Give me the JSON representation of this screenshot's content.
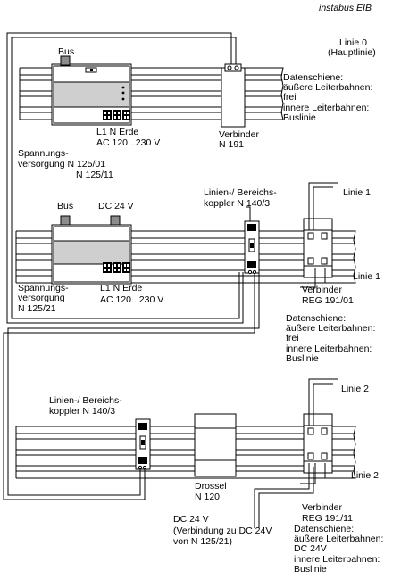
{
  "header": {
    "brand": "instabus",
    "brand_suffix": "EIB"
  },
  "section1": {
    "line_label": "Linie 0",
    "line_sub": "(Hauptlinie)",
    "bus_label": "Bus",
    "terminals": "L1 N Erde",
    "ac_rating": "AC 120...230 V",
    "psu_name": "Spannungs-",
    "psu_name2": "versorgung N 125/01",
    "psu_name3": "N 125/11",
    "connector_name": "Verbinder",
    "connector_id": "N 191",
    "rail_title": "Datenschiene:",
    "rail_outer": "äußere Leiterbahnen:",
    "rail_outer_val": "frei",
    "rail_inner": "innere Leiterbahnen:",
    "rail_inner_val": "Buslinie"
  },
  "section2": {
    "bus_label": "Bus",
    "dc_label": "DC 24 V",
    "coupler_name": "Linien-/ Bereichs-",
    "coupler_name2": "koppler N 140/3",
    "line1_top": "Linie 1",
    "line1_bottom": "Linie 1",
    "psu_name": "Spannungs-",
    "psu_name2": "versorgung",
    "psu_name3": "N 125/21",
    "terminals": "L1 N Erde",
    "ac_rating": "AC 120...230 V",
    "connector_name": "Verbinder",
    "connector_id": "REG 191/01",
    "rail_title": "Datenschiene:",
    "rail_outer": "äußere Leiterbahnen:",
    "rail_outer_val": "frei",
    "rail_inner": "innere Leiterbahnen:",
    "rail_inner_val": "Buslinie"
  },
  "section3": {
    "coupler_name": "Linien-/ Bereichs-",
    "coupler_name2": "koppler N 140/3",
    "line2_top": "Linie 2",
    "line2_bottom": "Linie 2",
    "choke_name": "Drossel",
    "choke_id": "N 120",
    "dc_label": "DC 24 V",
    "dc_note": "(Verbindung zu DC 24V",
    "dc_note2": "von N 125/21)",
    "connector_name": "Verbinder",
    "connector_id": "REG 191/11",
    "rail_title": "Datenschiene:",
    "rail_outer": "äußere Leiterbahnen:",
    "rail_outer_val": "DC 24V",
    "rail_inner": "innere Leiterbahnen:",
    "rail_inner_val": "Buslinie"
  }
}
